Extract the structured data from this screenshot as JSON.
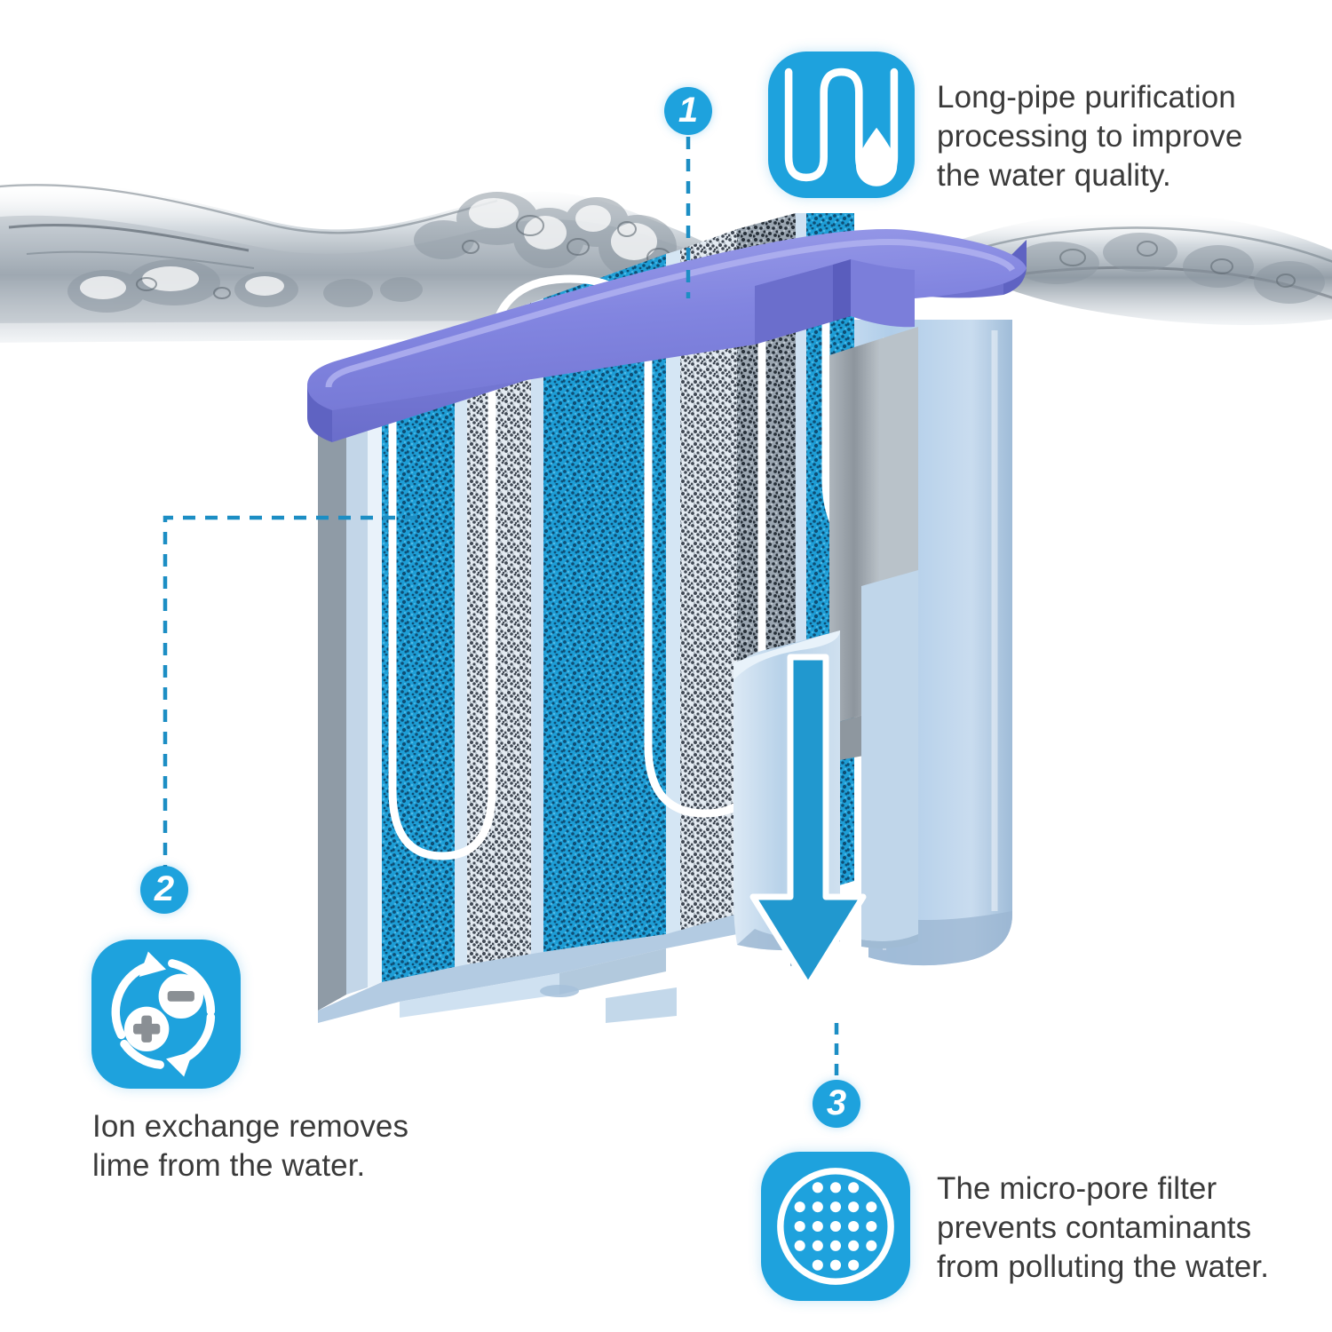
{
  "palette": {
    "brand_blue": "#1ea2dd",
    "cap_purple": "#8285e0",
    "cap_purple_dark": "#6f72cf",
    "body_blue_light": "#bcd6ef",
    "body_blue": "#a9c9e8",
    "resin_cyan": "#1d9ed6",
    "carbon_grey": "#d4dde6",
    "text_grey": "#3a3a3a",
    "water_grey": "#9aa4ad",
    "background": "#ffffff"
  },
  "steps": [
    {
      "number": "1",
      "name": "long-pipe-purification"
    },
    {
      "number": "2",
      "name": "ion-exchange"
    },
    {
      "number": "3",
      "name": "micro-pore-filter"
    }
  ],
  "callouts": [
    {
      "id": "long-pipe",
      "icon": "serpentine-pipe-droplet-icon",
      "text": "Long-pipe purification\nprocessing to improve\nthe water quality."
    },
    {
      "id": "ion-exchange",
      "icon": "ion-exchange-cycle-icon",
      "text": "Ion exchange removes\nlime from the water."
    },
    {
      "id": "micro-pore",
      "icon": "micro-pore-dots-icon",
      "text": "The micro-pore filter\nprevents contaminants\nfrom polluting the water."
    }
  ],
  "product": {
    "name": "water-filter-cartridge",
    "cap_label": "filter-cap",
    "flow_arrow_label": "filtered-water-outflow-arrow",
    "pipe_path_label": "long-flow-path"
  },
  "scene": {
    "water_surface_label": "water-surface-splash"
  }
}
